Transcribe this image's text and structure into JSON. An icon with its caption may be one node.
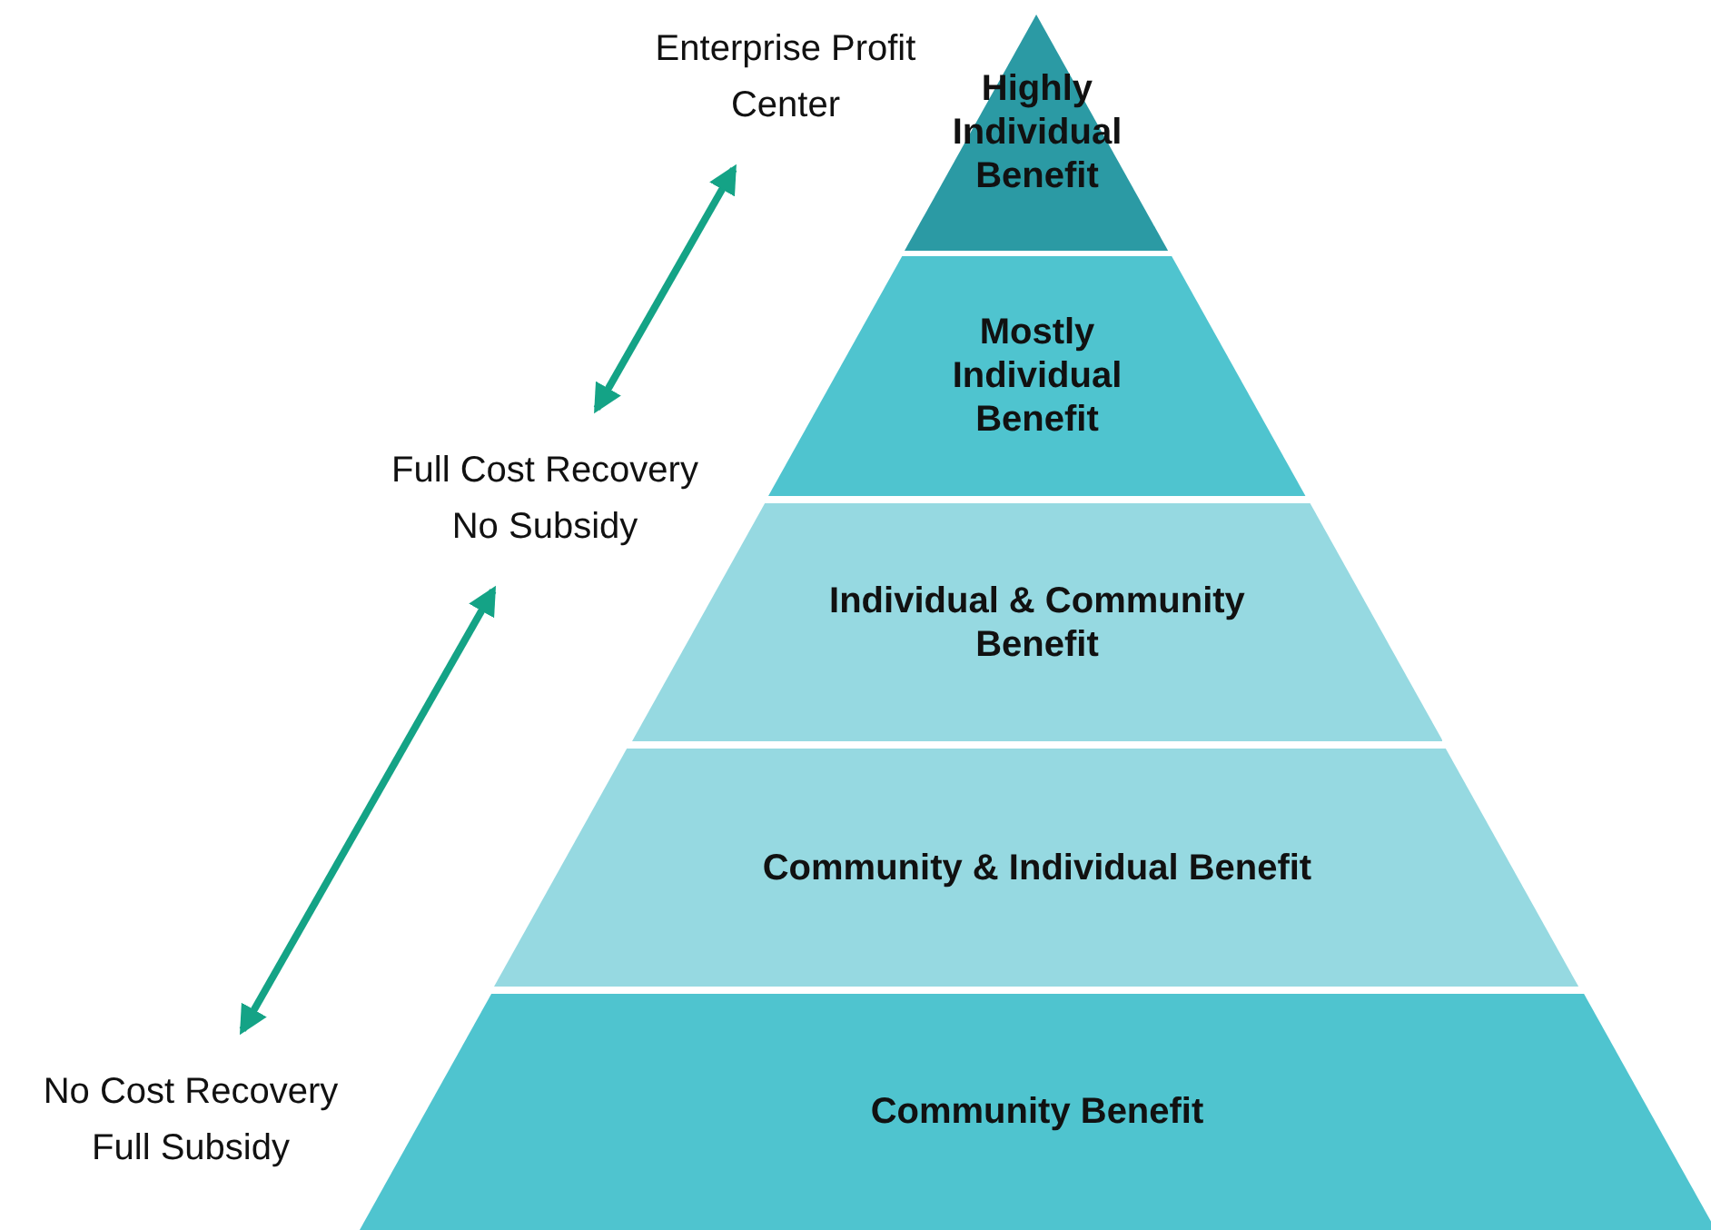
{
  "diagram": {
    "nodes": [
      {
        "text": [
          "Highly Individual Benefit"
        ]
      },
      {
        "text": [
          "Mostly Individual Benefit"
        ]
      },
      {
        "text": [
          "Individual & Community Benefit"
        ]
      },
      {
        "text": [
          "Community & Individual Benefit"
        ]
      },
      {
        "text": [
          "Community Benefit"
        ]
      },
      {
        "text": [
          "Enterprise Profit Center"
        ]
      },
      {
        "text": [
          "Full Cost Recovery No Subsidy"
        ]
      },
      {
        "text": [
          "No Cost Recovery Full Subsidy"
        ]
      }
    ],
    "edges": [
      {
        "from": 5,
        "to": 6,
        "arrow": "both"
      },
      {
        "from": 6,
        "to": 7,
        "arrow": "both"
      }
    ]
  }
}
